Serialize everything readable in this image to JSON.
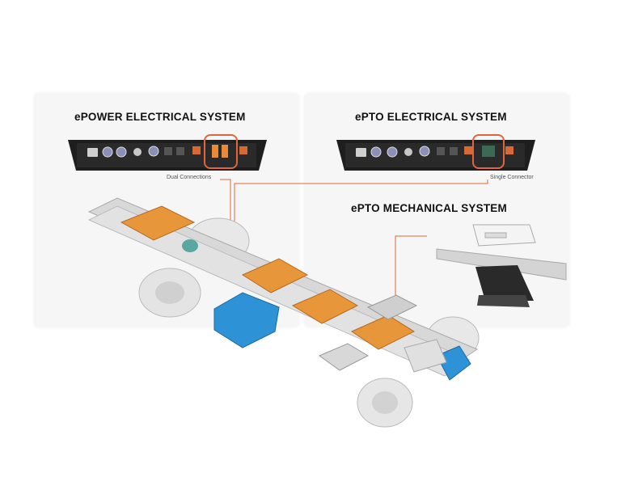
{
  "panels": {
    "epower": {
      "title": "ePOWER ELECTRICAL SYSTEM",
      "caption": "Dual Connections"
    },
    "epto_electrical": {
      "title": "ePTO ELECTRICAL SYSTEM",
      "caption": "Single Connector"
    },
    "epto_mechanical": {
      "title": "ePTO MECHANICAL SYSTEM"
    }
  },
  "colors": {
    "accent": "#e0663a",
    "battery": "#e8963a",
    "motor": "#2d92d6",
    "panel_bg": "#f6f6f6",
    "connector_box": "#1e1e1e"
  },
  "icons": {
    "connector_highlight": "orange-rounded-rectangle",
    "chassis": "truck-chassis-illustration",
    "pto_unit": "mechanical-pto-illustration"
  }
}
